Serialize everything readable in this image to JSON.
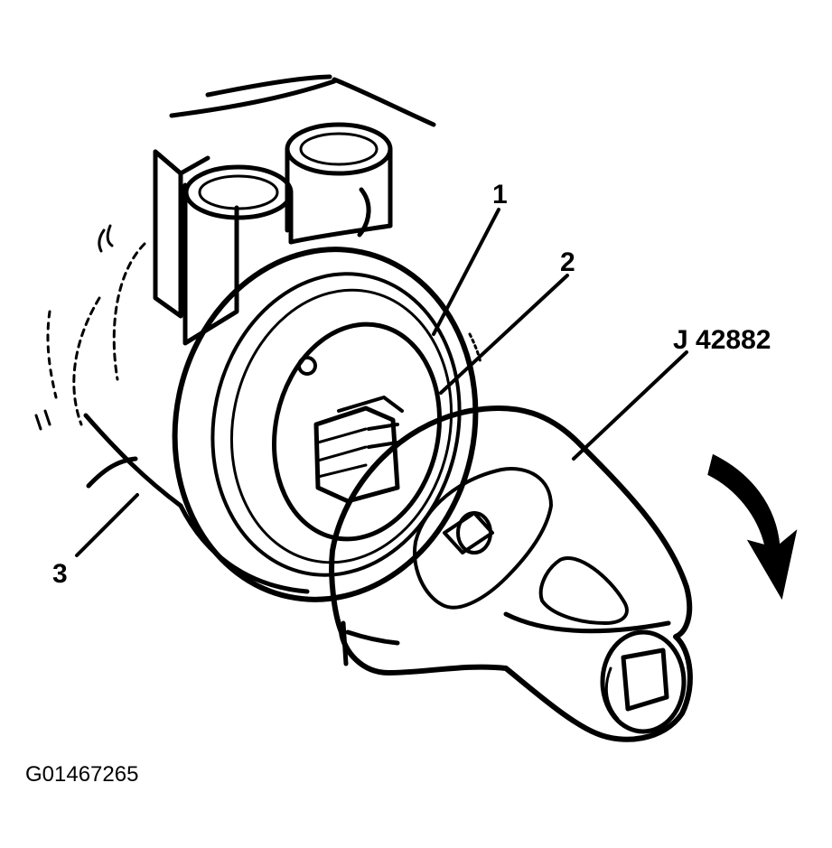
{
  "callouts": {
    "c1": "1",
    "c2": "2",
    "c3": "3",
    "tool": "J 42882"
  },
  "figure_code": "G01467265",
  "colors": {
    "ink": "#000000",
    "background": "#ffffff",
    "stipple": "#000000"
  },
  "icons": {
    "rotation": "clockwise-arrow-icon"
  }
}
